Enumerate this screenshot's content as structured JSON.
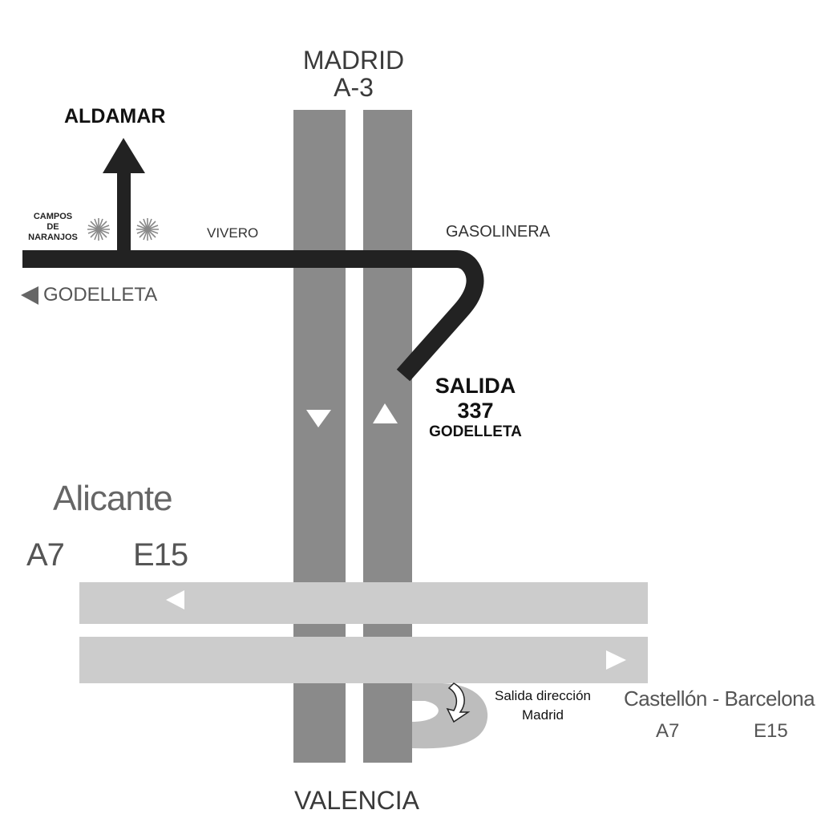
{
  "top_destination": {
    "line1": "MADRID",
    "line2": "A-3"
  },
  "bottom_destination": "VALENCIA",
  "north_destination": "ALDAMAR",
  "orchards": {
    "line1": "CAMPOS",
    "line2": "DE",
    "line3": "NARANJOS"
  },
  "vivero": "VIVERO",
  "gasolinera": "GASOLINERA",
  "west_destination": "GODELLETA",
  "exit": {
    "line1": "SALIDA",
    "line2": "337",
    "line3": "GODELLETA"
  },
  "motorway_west": {
    "name": "Alicante",
    "road1": "A7",
    "road2": "E15"
  },
  "return_exit": {
    "line1": "Salida dirección",
    "line2": "Madrid"
  },
  "motorway_east": {
    "name": "Castellón - Barcelona",
    "road1": "A7",
    "road2": "E15"
  },
  "colors": {
    "a3_road": "#8a8a8a",
    "a7_road": "#cccccc",
    "local_road": "#222222",
    "background": "#ffffff"
  }
}
